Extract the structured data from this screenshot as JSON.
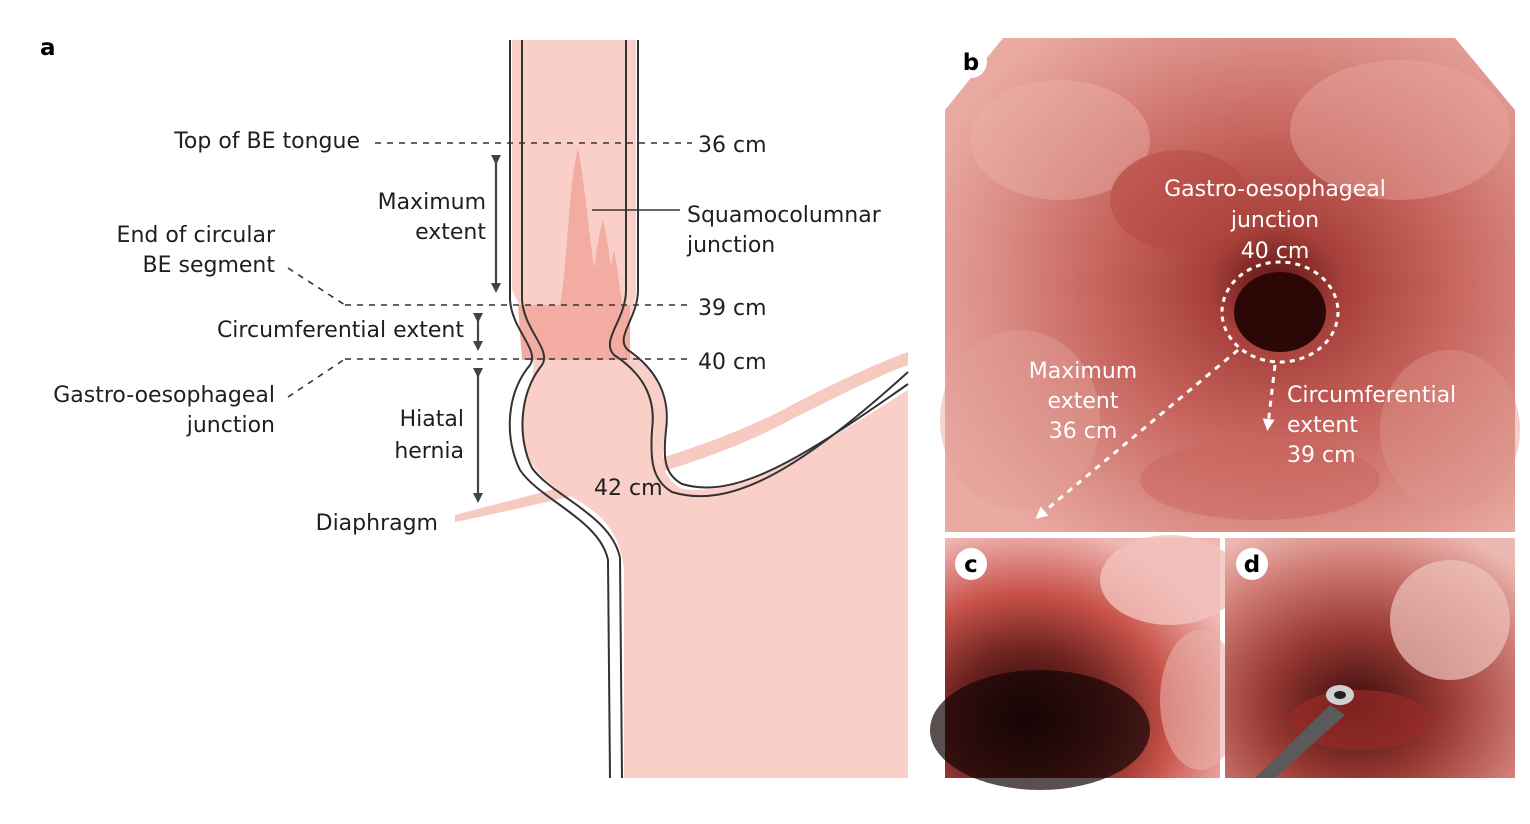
{
  "panel_a": {
    "letter": "a",
    "top_of_be_tongue": "Top of BE tongue",
    "maximum_extent": [
      "Maximum",
      "extent"
    ],
    "end_of_circular_be_segment": [
      "End of circular",
      "BE segment"
    ],
    "circumferential_extent": "Circumferential extent",
    "gastro_oesophageal_junction": [
      "Gastro-oesophageal",
      "junction"
    ],
    "hiatal_hernia": [
      "Hiatal",
      "hernia"
    ],
    "diaphragm": "Diaphragm",
    "squamocolumnar_junction": [
      "Squamocolumnar",
      "junction"
    ],
    "measure_36": "36 cm",
    "measure_39": "39 cm",
    "measure_40": "40 cm",
    "measure_42": "42 cm"
  },
  "panel_b": {
    "letter": "b",
    "gej_label": [
      "Gastro-oesophageal",
      "junction",
      "40 cm"
    ],
    "maximum_extent": [
      "Maximum",
      "extent",
      "36 cm"
    ],
    "circumferential_extent": [
      "Circumferential",
      "extent",
      "39 cm"
    ]
  },
  "panel_c": {
    "letter": "c"
  },
  "panel_d": {
    "letter": "d"
  },
  "colors": {
    "tissue_pink": "#f7c7bf",
    "wall_line": "#333333",
    "barrett_pink": "#f3aca2",
    "endoscopy_red": "#b24c45"
  }
}
